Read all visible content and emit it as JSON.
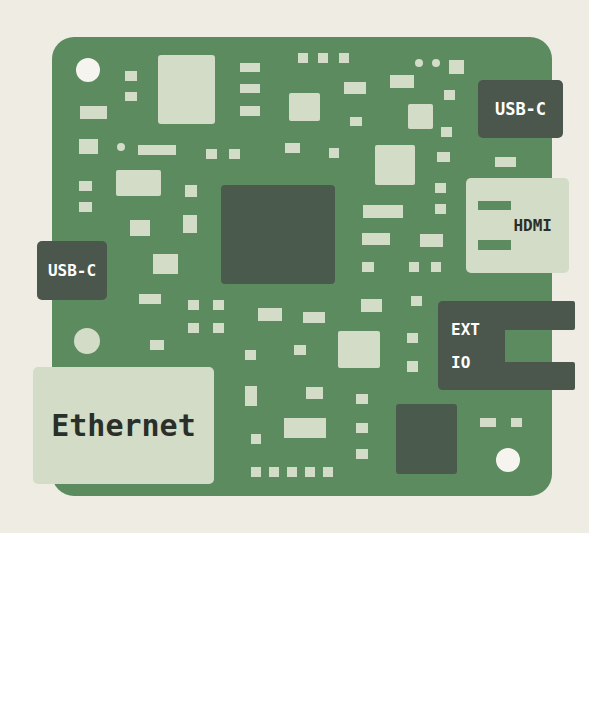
{
  "diagram": {
    "nodes": [
      {
        "text": [
          "USB-C"
        ]
      },
      {
        "text": [
          "HDMI"
        ]
      },
      {
        "text": [
          "USB-C"
        ]
      },
      {
        "text": [
          "EXT IO"
        ]
      },
      {
        "text": [
          "Ethernet"
        ]
      }
    ]
  }
}
